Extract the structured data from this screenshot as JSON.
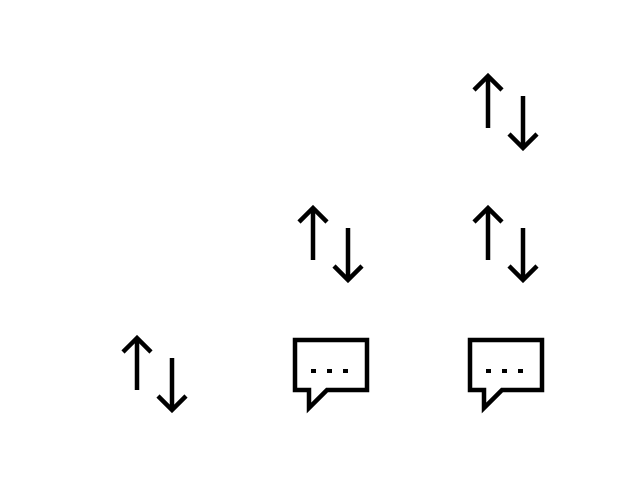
{
  "colors": {
    "background": "#ffffff",
    "icon_stroke": "#000000"
  },
  "icons": [
    {
      "id": "arrows-r1-c3",
      "icon": "sort-arrows-icon"
    },
    {
      "id": "arrows-r2-c2",
      "icon": "sort-arrows-icon"
    },
    {
      "id": "arrows-r2-c3",
      "icon": "sort-arrows-icon"
    },
    {
      "id": "arrows-r3-c1",
      "icon": "sort-arrows-icon"
    },
    {
      "id": "chat-r3-c2",
      "icon": "chat-bubble-ellipsis-icon"
    },
    {
      "id": "chat-r3-c3",
      "icon": "chat-bubble-ellipsis-icon"
    }
  ]
}
